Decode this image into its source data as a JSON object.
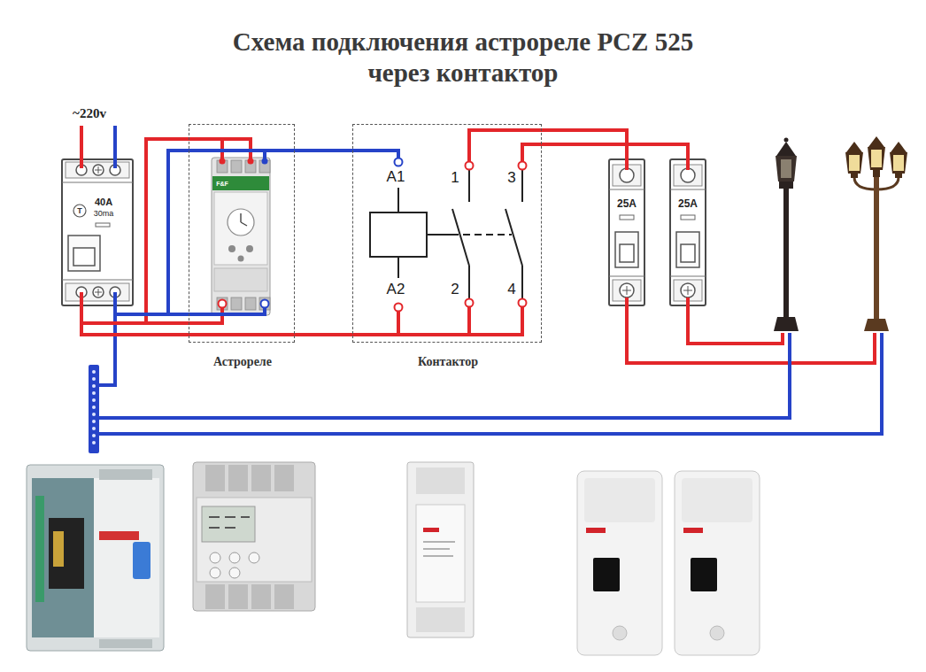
{
  "diagram": {
    "title": "Схема подключения астрореле PCZ 525 через контактор",
    "nodes": [
      {
        "text": [
          "40A",
          "30ma"
        ]
      },
      {
        "text": [
          "Астрореле"
        ]
      },
      {
        "text": [
          "Контактор"
        ]
      },
      {
        "text": [
          "25A"
        ]
      },
      {
        "text": [
          "25A"
        ]
      }
    ],
    "edges": [
      {
        "from": 0,
        "to": 1,
        "arrow": "none"
      },
      {
        "from": 0,
        "to": 1,
        "arrow": "none"
      },
      {
        "from": 1,
        "to": 2,
        "arrow": "none"
      },
      {
        "from": 0,
        "to": 2,
        "arrow": "none"
      },
      {
        "from": 2,
        "to": 3,
        "arrow": "none"
      },
      {
        "from": 2,
        "to": 4,
        "arrow": "none"
      }
    ],
    "labels": [
      "~220v",
      "T",
      "F&F",
      "A1",
      "1",
      "3",
      "A2",
      "2",
      "4"
    ]
  }
}
